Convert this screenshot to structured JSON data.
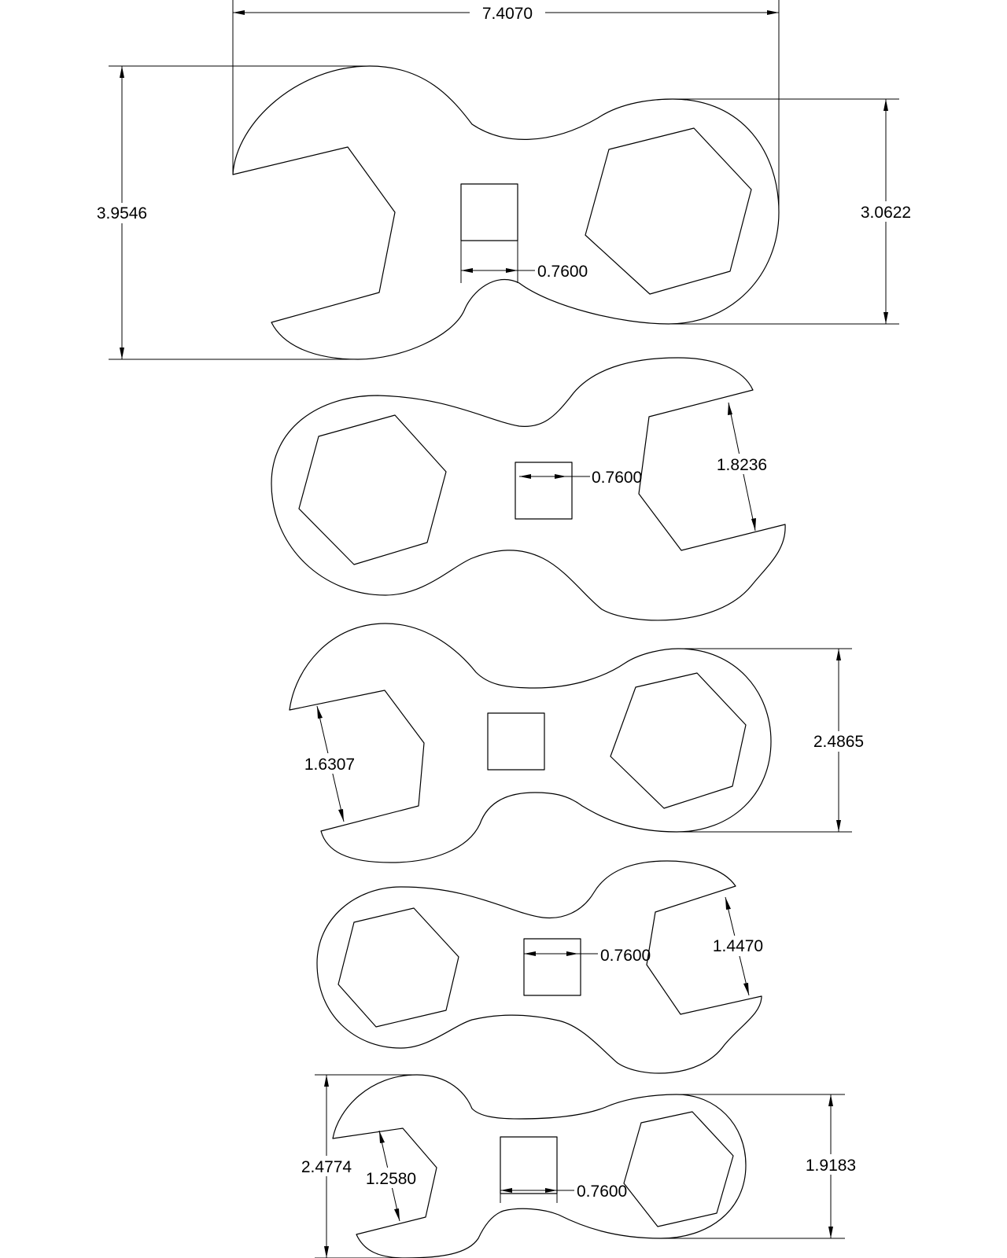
{
  "dimensions": {
    "overall_length": "7.4070",
    "wrench1_head_height": "3.9546",
    "wrench1_box_height": "3.0622",
    "wrench1_square_drive": "0.7600",
    "wrench2_jaw_opening": "1.8236",
    "wrench2_square_drive": "0.7600",
    "wrench3_jaw_opening": "1.6307",
    "wrench3_box_height": "2.4865",
    "wrench4_jaw_opening": "1.4470",
    "wrench4_square_drive": "0.7600",
    "wrench5_head_height": "2.4774",
    "wrench5_jaw_opening": "1.2580",
    "wrench5_box_height": "1.9183",
    "wrench5_square_drive": "0.7600"
  }
}
